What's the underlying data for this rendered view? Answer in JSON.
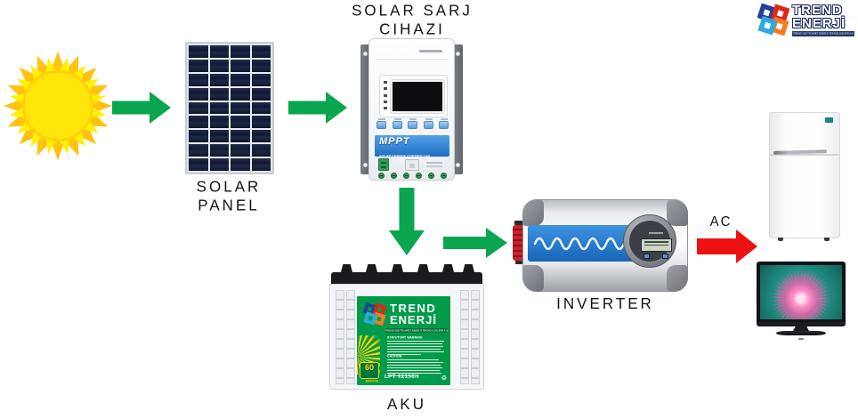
{
  "logo": {
    "line1": "TREND",
    "line2": "ENERJİ",
    "tagline": "TREND DIŞ TİCARET ENERJİ TEKNOLOJİLERİ A.Ş"
  },
  "labels": {
    "controller_title_line1": "SOLAR SARJ",
    "controller_title_line2": "CIHAZI",
    "panel_line1": "SOLAR",
    "panel_line2": "PANEL",
    "battery": "AKU",
    "inverter": "INVERTER",
    "ac_output": "AC"
  },
  "controller": {
    "band_title": "MPPT",
    "band_subtitle": "SOLAR CHARGE CONTROLLER"
  },
  "battery_sticker": {
    "brand_line1": "TREND",
    "brand_line2": "ENERJİ",
    "tagline": "TREND DIŞ TİCARET ENERJİ TEKNOLOJİLERİ A.Ş",
    "warning_title": "STATUTORY WARNING",
    "caution_title": "CAUTION",
    "warranty_value": "60",
    "warranty_unit": "MONTHS",
    "model": "LPT 12150H",
    "recycle_icon": "♻"
  },
  "colors": {
    "flow_arrow_green": "#0aa64f",
    "ac_arrow_red": "#ee1111",
    "brand_green": "#009b4a",
    "controller_band_blue": "#2e7fd6",
    "inverter_band_blue": "#1f7fd6",
    "sun_outer": "#ffc20e",
    "sun_inner": "#fff200"
  }
}
